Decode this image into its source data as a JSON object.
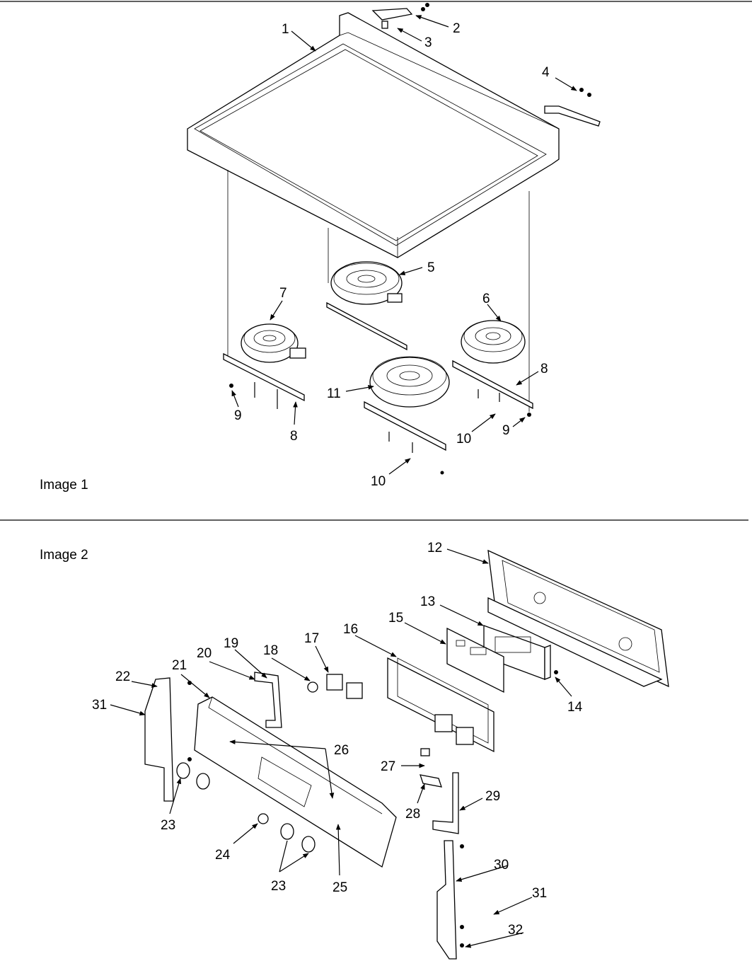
{
  "panels": [
    {
      "caption": "Image 1"
    },
    {
      "caption": "Image 2"
    }
  ],
  "callouts": [
    "1",
    "2",
    "3",
    "4",
    "5",
    "6",
    "7",
    "8",
    "8",
    "9",
    "9",
    "10",
    "10",
    "11",
    "12",
    "13",
    "14",
    "15",
    "16",
    "17",
    "18",
    "19",
    "20",
    "21",
    "22",
    "23",
    "23",
    "24",
    "25",
    "26",
    "27",
    "28",
    "29",
    "30",
    "31",
    "31",
    "32"
  ]
}
